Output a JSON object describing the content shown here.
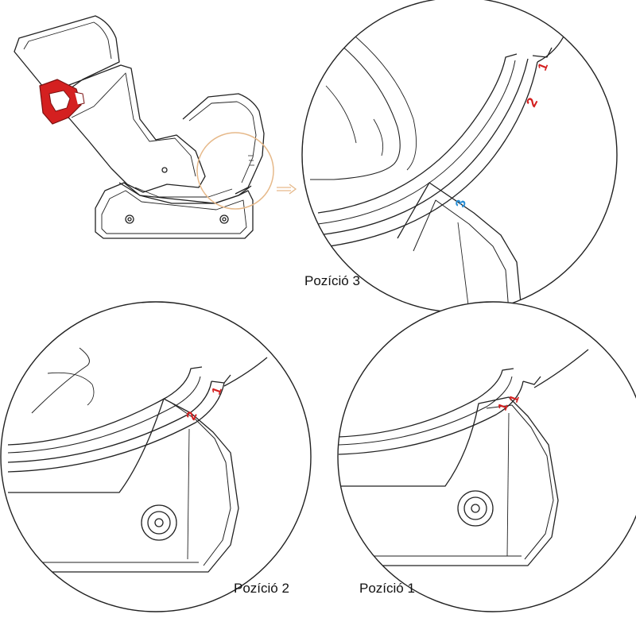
{
  "captions": {
    "position_3": "Pozíció 3",
    "position_2": "Pozíció 2",
    "position_1": "Pozíció 1"
  },
  "markers": {
    "one": "1",
    "two": "2",
    "three": "3"
  },
  "colors": {
    "line": "#222222",
    "marker_red": "#d42020",
    "marker_blue": "#2a8fd6",
    "handle_red": "#d42020",
    "highlight_circle": "#e6b98a"
  }
}
